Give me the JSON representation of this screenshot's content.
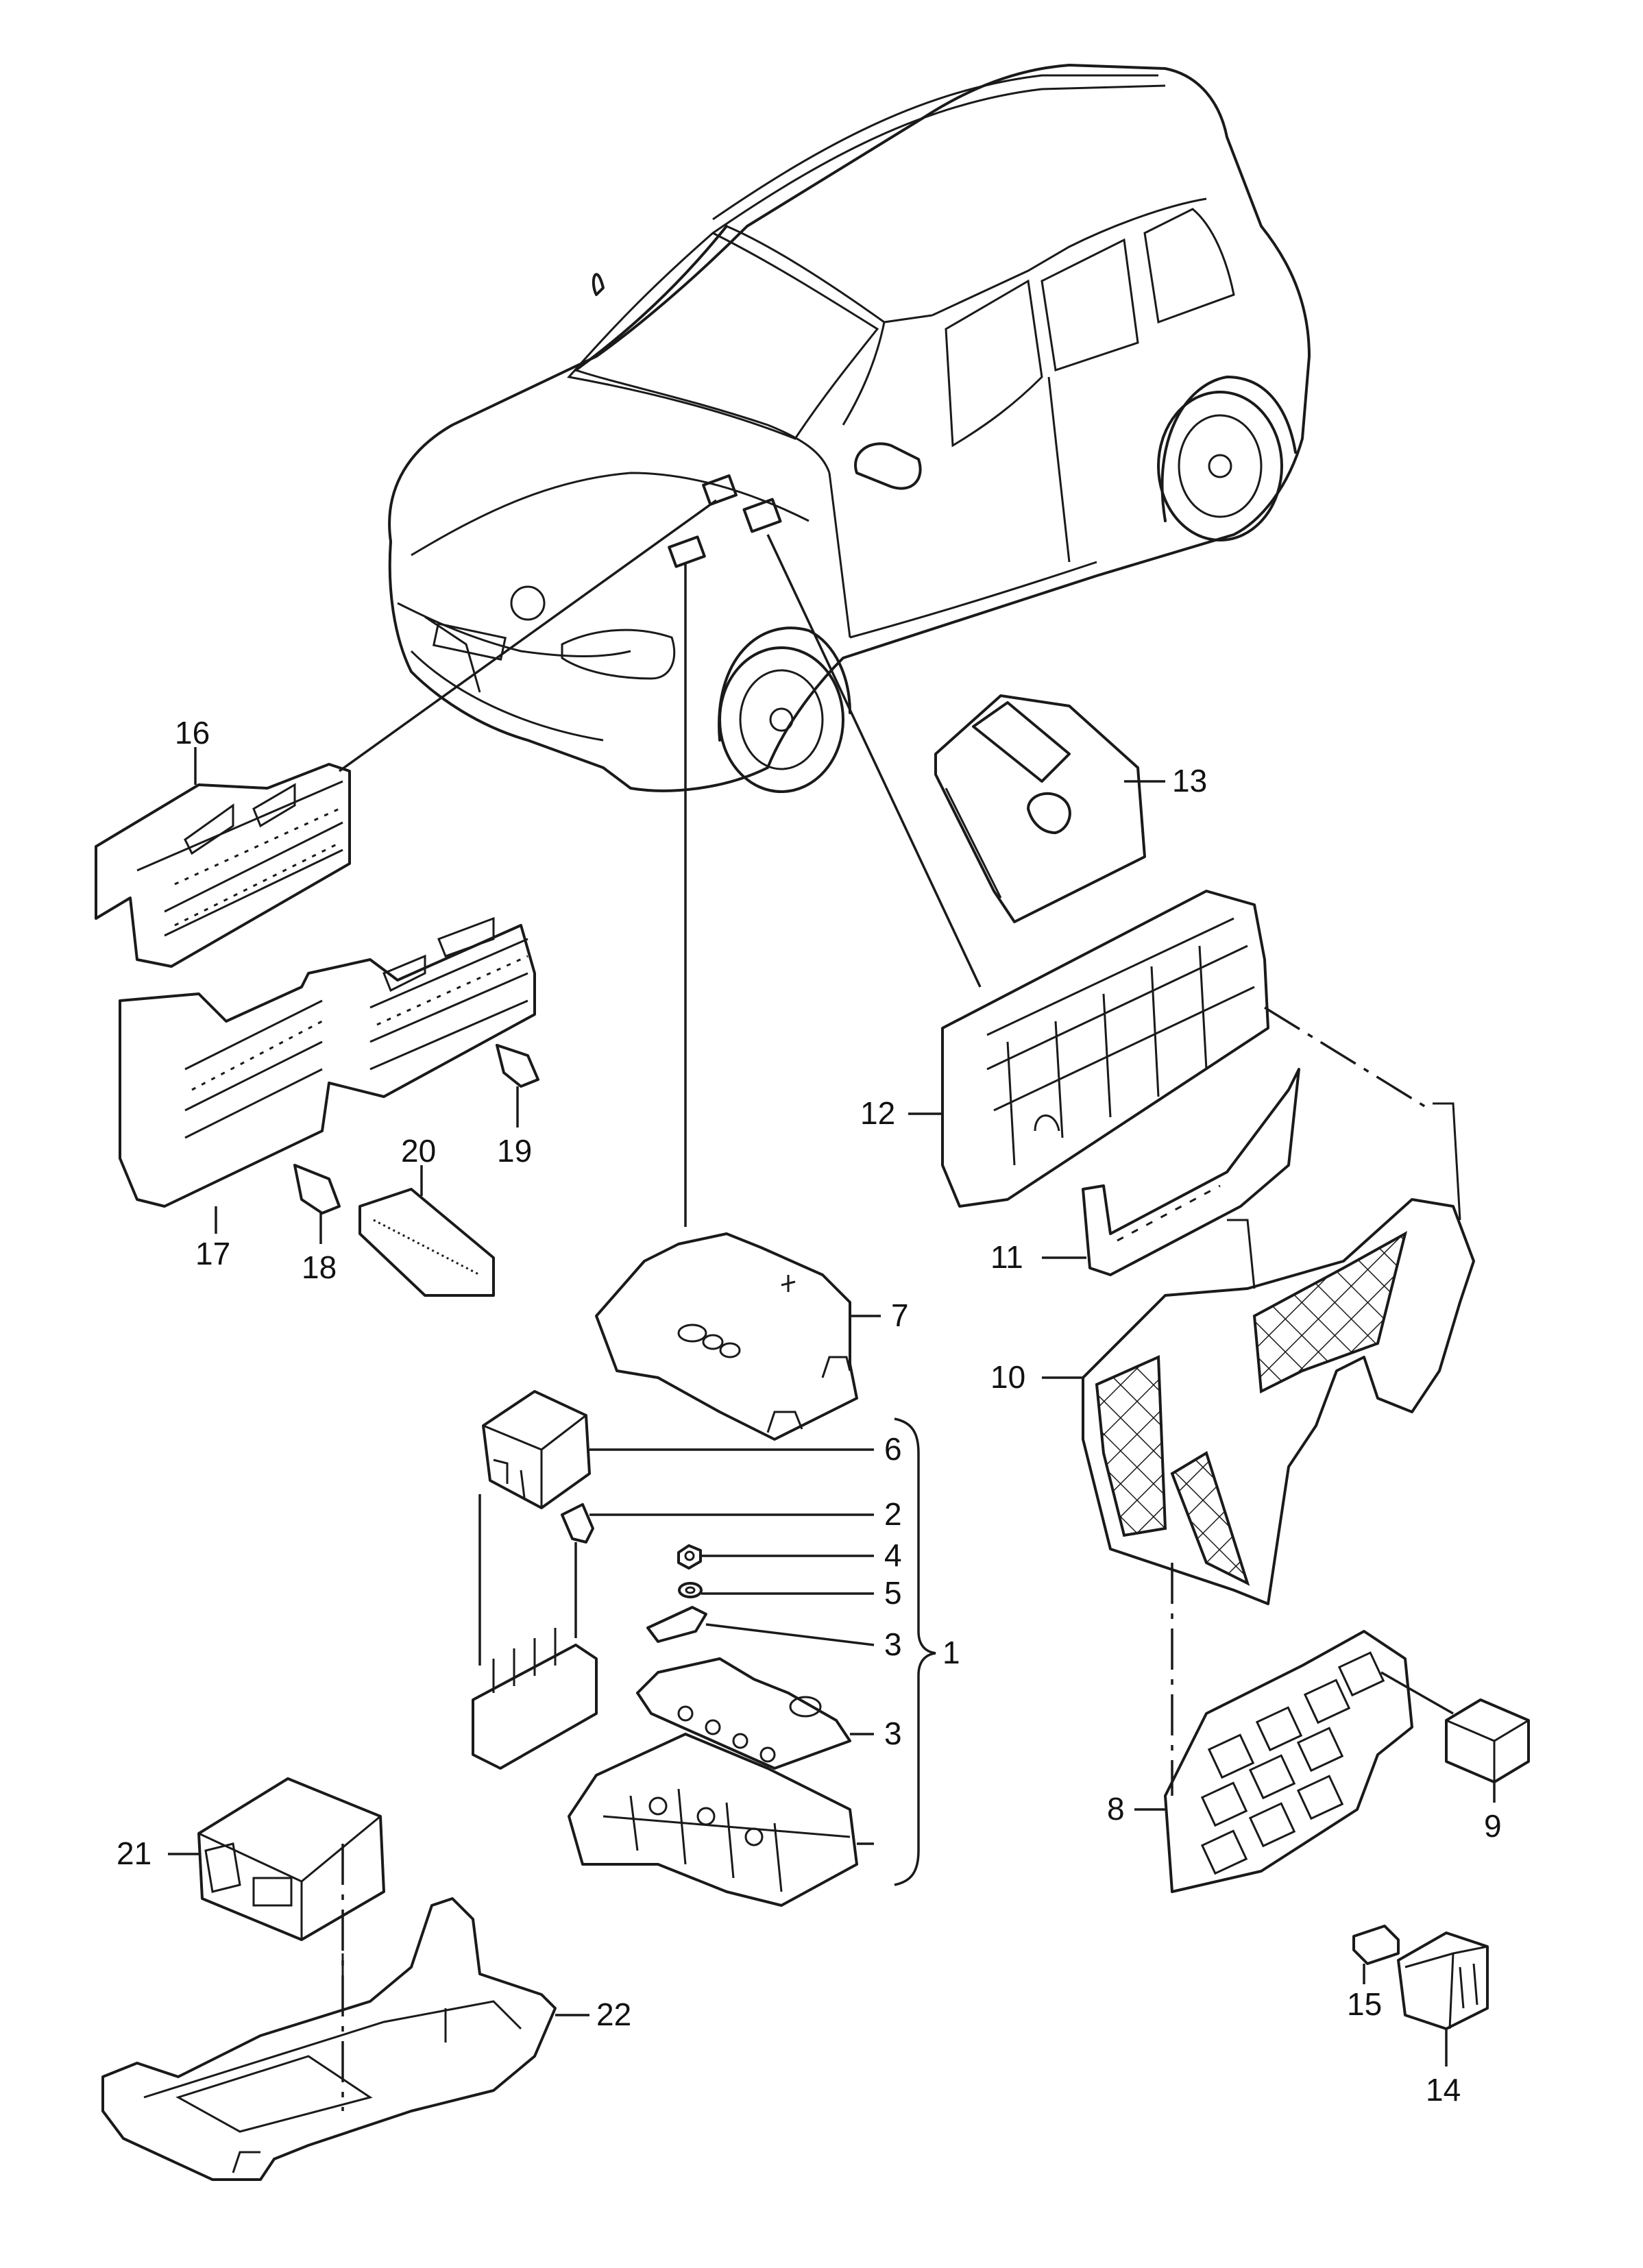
{
  "diagram": {
    "type": "exploded-parts-diagram",
    "background": "#ffffff",
    "line_color": "#1a1a1a",
    "callouts": [
      {
        "id": "c1",
        "label": "1"
      },
      {
        "id": "c2",
        "label": "2"
      },
      {
        "id": "c3a",
        "label": "3"
      },
      {
        "id": "c3b",
        "label": "3"
      },
      {
        "id": "c4",
        "label": "4"
      },
      {
        "id": "c5",
        "label": "5"
      },
      {
        "id": "c6",
        "label": "6"
      },
      {
        "id": "c7",
        "label": "7"
      },
      {
        "id": "c8",
        "label": "8"
      },
      {
        "id": "c9",
        "label": "9"
      },
      {
        "id": "c10",
        "label": "10"
      },
      {
        "id": "c11",
        "label": "11"
      },
      {
        "id": "c12",
        "label": "12"
      },
      {
        "id": "c13",
        "label": "13"
      },
      {
        "id": "c14",
        "label": "14"
      },
      {
        "id": "c15",
        "label": "15"
      },
      {
        "id": "c16",
        "label": "16"
      },
      {
        "id": "c17",
        "label": "17"
      },
      {
        "id": "c18",
        "label": "18"
      },
      {
        "id": "c19",
        "label": "19"
      },
      {
        "id": "c20",
        "label": "20"
      },
      {
        "id": "c21",
        "label": "21"
      },
      {
        "id": "c22",
        "label": "22"
      }
    ]
  }
}
